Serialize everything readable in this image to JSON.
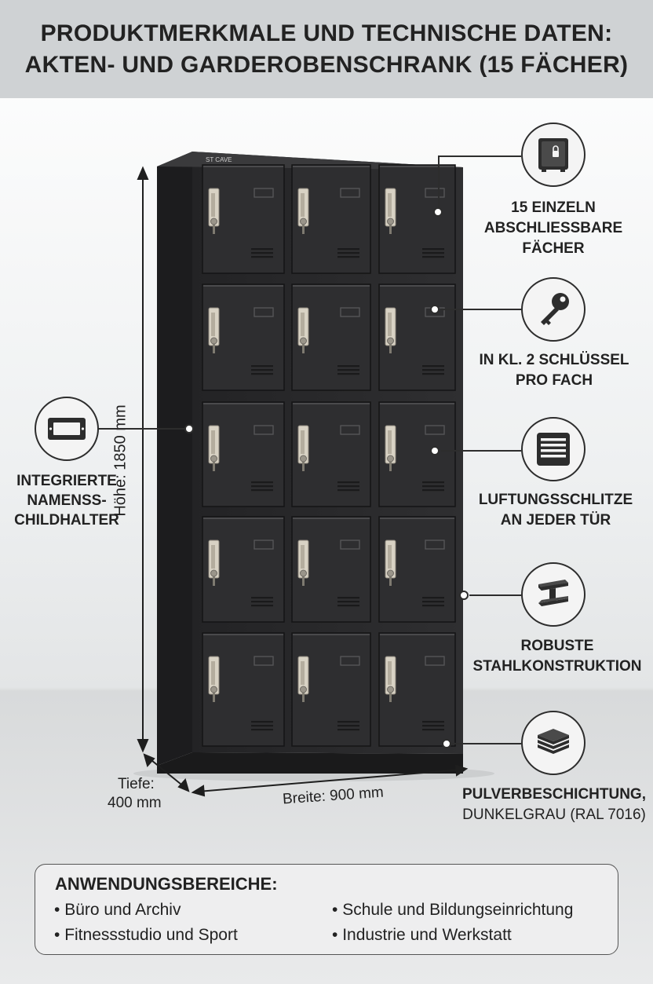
{
  "header": {
    "line1": "PRODUKTMERKMALE UND TECHNISCHE DATEN:",
    "line2": "AKTEN- UND GARDEROBENSCHRANK (15 FÄCHER)"
  },
  "cabinet": {
    "brand_label": "ST CAVE",
    "color": "#2b2b2d",
    "compartments": 15
  },
  "features": [
    {
      "icon": "safe-icon",
      "lines": [
        "15 EINZELN",
        "ABSCHLIESSBARE",
        "FÄCHER"
      ]
    },
    {
      "icon": "key-icon",
      "lines": [
        "IN KL. 2 SCHLÜSSEL",
        "PRO FACH"
      ]
    },
    {
      "icon": "vent-icon",
      "lines": [
        "LUFTUNGSSCHLITZE",
        "AN JEDER TÜR"
      ]
    },
    {
      "icon": "steel-beam-icon",
      "lines": [
        "ROBUSTE",
        "STAHLKONSTRUKTION"
      ]
    },
    {
      "icon": "layers-icon",
      "lines": [
        "PULVERBESCHICHTUNG,",
        "DUNKELGRAU (RAL 7016)"
      ]
    },
    {
      "icon": "name-plate-icon",
      "lines": [
        "INTEGRIERTE",
        "NAMENSS-",
        "CHILDHALTER"
      ]
    }
  ],
  "dimensions": {
    "height": "Höhe: 1850 mm",
    "width": "Breite: 900 mm",
    "depth_line1": "Tiefe:",
    "depth_line2": "400 mm"
  },
  "uses": {
    "title": "ANWENDUNGSBEREICHE:",
    "items": [
      "Büro und Archiv",
      "Fitnessstudio und Sport",
      "Schule und Bildungseinrichtung",
      "Industrie und Werkstatt"
    ]
  }
}
